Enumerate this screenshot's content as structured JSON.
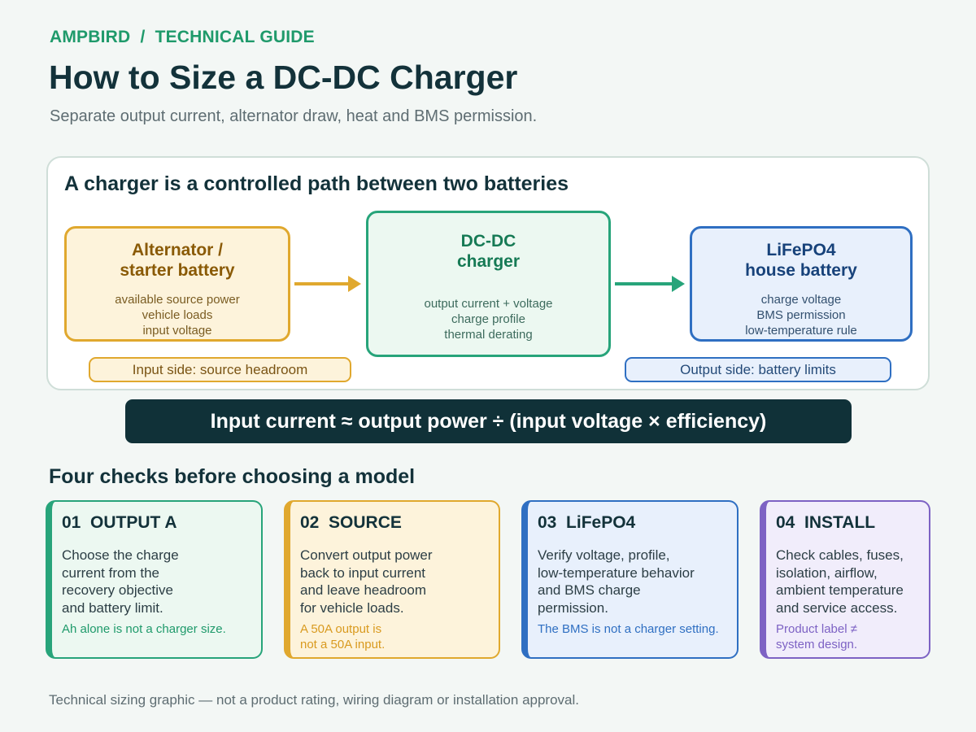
{
  "header": {
    "eyebrow": "AMPBIRD  /  TECHNICAL GUIDE",
    "title": "How to Size a DC-DC Charger",
    "subtitle": "Separate output current, alternator draw, heat and BMS permission."
  },
  "diagram": {
    "title": "A charger is a controlled path between two batteries",
    "source": {
      "title_line1": "Alternator /",
      "title_line2": "starter battery",
      "lines": [
        "available source power",
        "vehicle loads",
        "input voltage"
      ]
    },
    "charger": {
      "title_line1": "DC-DC",
      "title_line2": "charger",
      "lines": [
        "output current + voltage",
        "charge profile",
        "thermal derating"
      ]
    },
    "battery": {
      "title_line1": "LiFePO4",
      "title_line2": "house battery",
      "lines": [
        "charge voltage",
        "BMS permission",
        "low-temperature rule"
      ]
    },
    "input_label": "Input side: source headroom",
    "output_label": "Output side: battery limits"
  },
  "formula": "Input current ≈ output power ÷ (input voltage × efficiency)",
  "checks": {
    "title": "Four checks before choosing a model",
    "cards": [
      {
        "title": "01  OUTPUT A",
        "body": [
          "Choose the charge",
          "current from the",
          "recovery objective",
          "and battery limit."
        ],
        "note": [
          "Ah alone is not a charger size."
        ]
      },
      {
        "title": "02  SOURCE",
        "body": [
          "Convert output power",
          "back to input current",
          "and leave headroom",
          "for vehicle loads."
        ],
        "note": [
          "A 50A output is",
          "not a 50A input."
        ]
      },
      {
        "title": "03  LiFePO4",
        "body": [
          "Verify voltage, profile,",
          "low-temperature behavior",
          "and BMS charge",
          "permission."
        ],
        "note": [
          "The BMS is not a charger setting."
        ]
      },
      {
        "title": "04  INSTALL",
        "body": [
          "Check cables, fuses,",
          "isolation, airflow,",
          "ambient temperature",
          "and service access."
        ],
        "note": [
          "Product label ≠",
          "system design."
        ]
      }
    ]
  },
  "footer": "Technical sizing graphic — not a product rating, wiring diagram or installation approval.",
  "colors": {
    "green": "#27a47a",
    "amber": "#e0a82e",
    "blue": "#2f6fc2",
    "purple": "#7d62c4",
    "dark": "#103138"
  }
}
